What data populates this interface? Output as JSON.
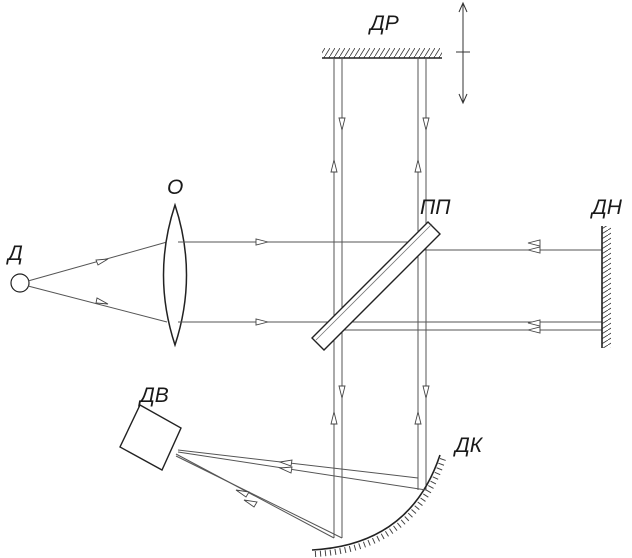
{
  "labels": {
    "source": "Д",
    "lens": "О",
    "reference_mirror": "ДР",
    "beam_splitter": "ПП",
    "fixed_mirror": "ДН",
    "detector": "ДВ",
    "concave_mirror": "ДК"
  },
  "colors": {
    "line": "#222222",
    "ray": "#555555",
    "background": "#ffffff"
  }
}
